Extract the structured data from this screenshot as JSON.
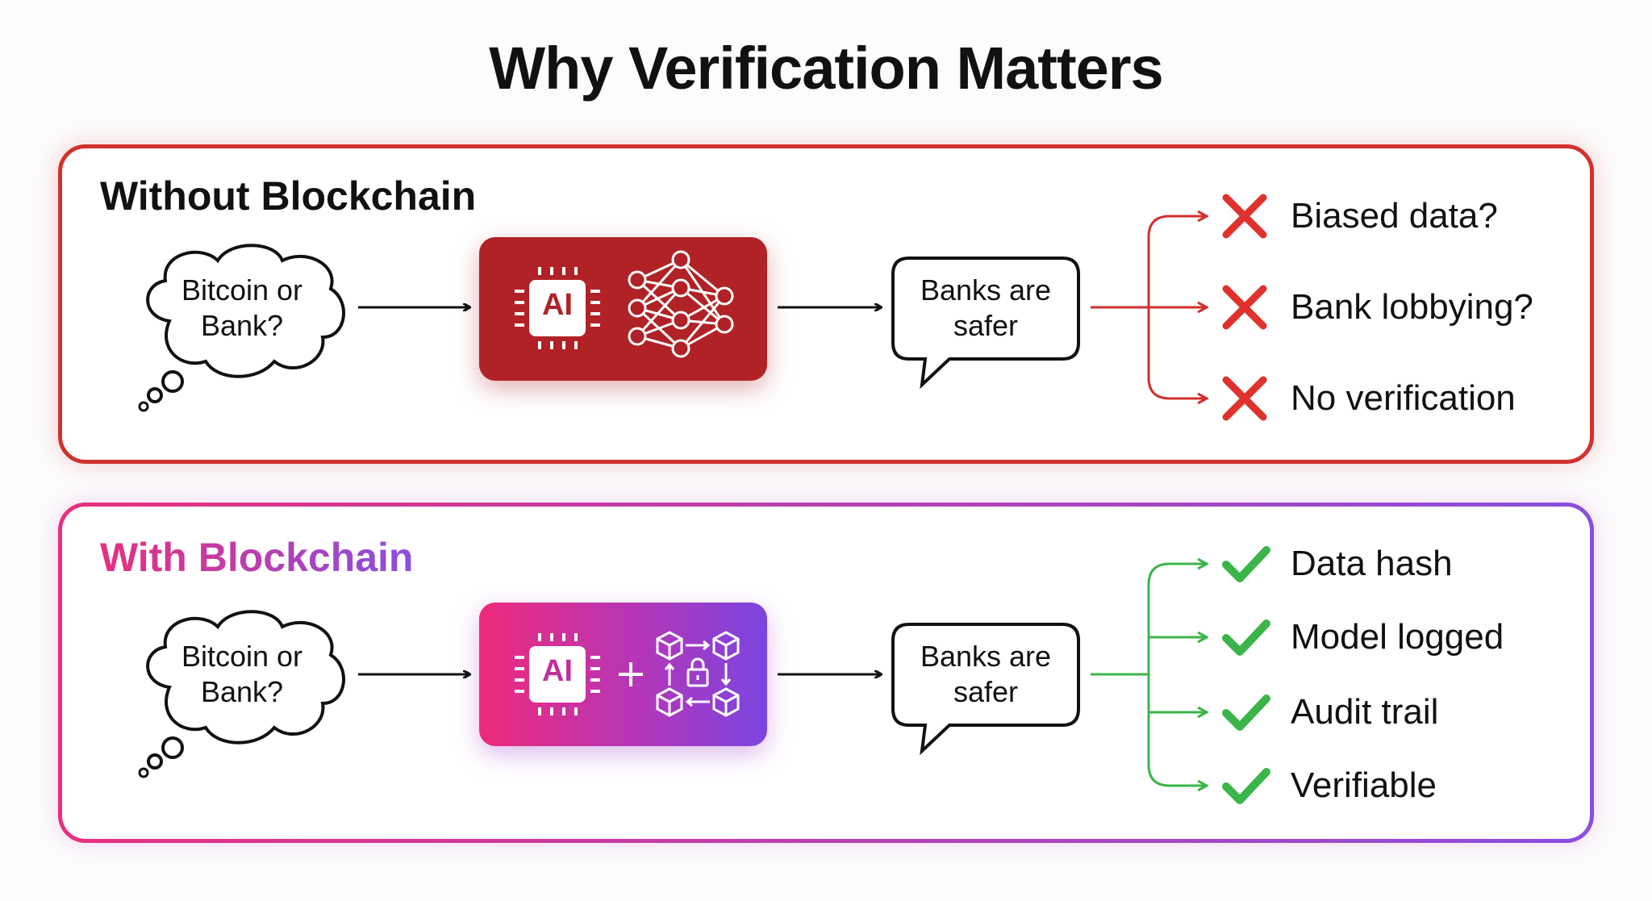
{
  "title": "Why Verification Matters",
  "without": {
    "heading": "Without Blockchain",
    "question": "Bitcoin or Bank?",
    "processor_label": "AI",
    "answer": "Banks are safer",
    "issues": [
      "Biased data?",
      "Bank lobbying?",
      "No verification"
    ],
    "color": "#d0312d"
  },
  "with": {
    "heading": "With Blockchain",
    "question": "Bitcoin or Bank?",
    "processor_label": "AI",
    "plus": "+",
    "answer": "Banks are safer",
    "benefits": [
      "Data hash",
      "Model logged",
      "Audit trail",
      "Verifiable"
    ],
    "color": "#3bb54a"
  }
}
